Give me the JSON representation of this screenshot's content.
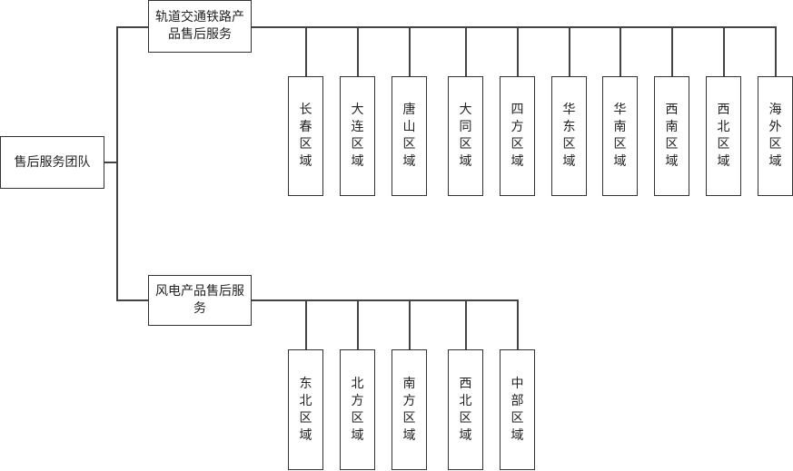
{
  "root": {
    "label": "售后服务团队"
  },
  "branches": [
    {
      "label": "轨道交通铁路产品售后服务",
      "regions": [
        "长春区域",
        "大连区域",
        "唐山区域",
        "大同区域",
        "四方区域",
        "华东区域",
        "华南区域",
        "西南区域",
        "西北区域",
        "海外区域"
      ]
    },
    {
      "label": "风电产品售后服务",
      "regions": [
        "东北区域",
        "北方区域",
        "南方区域",
        "西北区域",
        "中部区域"
      ]
    }
  ]
}
